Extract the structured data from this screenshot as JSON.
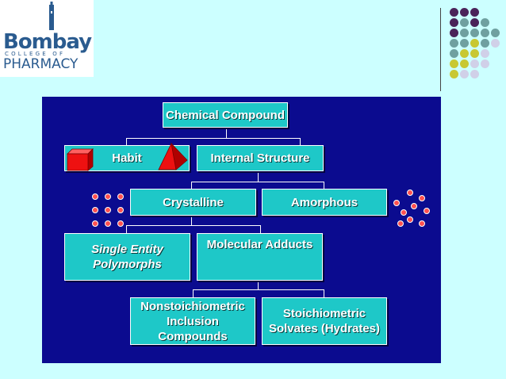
{
  "logo": {
    "brand": "Bombay",
    "college": "COLLEGE OF",
    "pharmacy": "PHARMACY"
  },
  "colors": {
    "purple": "#4a235a",
    "teal": "#6fa0a0",
    "olive": "#c8c832",
    "lavender": "#d0d0e8",
    "panel": "#0b0b8f",
    "box": "#1ec8c8"
  },
  "diagram": {
    "root": "Chemical Compound",
    "habit": "Habit",
    "internal_structure": "Internal Structure",
    "crystalline": "Crystalline",
    "amorphous": "Amorphous",
    "single_entity_line1": "Single Entity",
    "single_entity_line2": "Polymorphs",
    "molecular_adducts": "Molecular Adducts",
    "nonstoich_line1": "Nonstoichiometric",
    "nonstoich_line2": "Inclusion Compounds",
    "stoich_line1": "Stoichiometric",
    "stoich_line2": "Solvates (Hydrates)"
  }
}
